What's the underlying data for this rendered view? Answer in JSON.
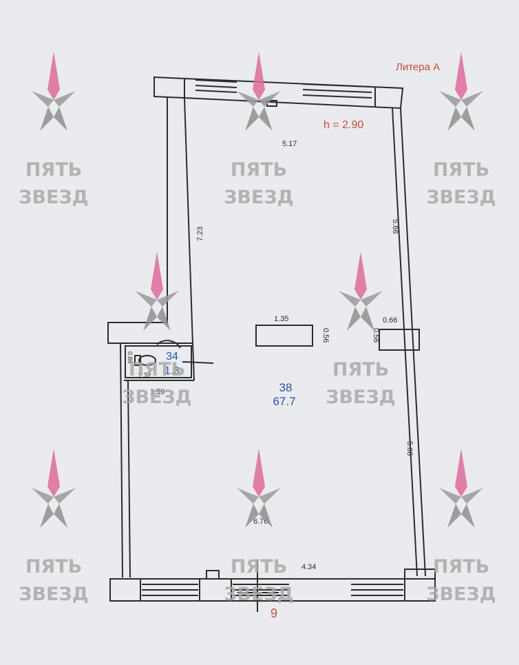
{
  "plan": {
    "litera": "Литера А",
    "height_label": "h = 2.90",
    "rooms": [
      {
        "number": "38",
        "area": "67.7"
      },
      {
        "number": "34",
        "area": "1.3"
      }
    ],
    "dimensions": {
      "top_width": "5.17",
      "left_wall": "7.23",
      "right_upper": "5.66",
      "right_lower": "5.66",
      "column_left_w": "1.35",
      "column_left_d": "0.56",
      "column_right_d": "0.56",
      "column_right_w": "0.66",
      "wc_height": "0.86",
      "wc_width": "1.32",
      "step_width": "1.59",
      "bottom_diag": "6.76",
      "bottom_width": "4.34"
    },
    "section_mark": "9"
  },
  "watermark": {
    "line1": "ПЯТЬ",
    "line2": "ЗВЕЗД"
  },
  "colors": {
    "line": "#2b2b2b",
    "room_label": "#2d4fb4",
    "accent_red": "#c84b3c",
    "star_pink": "#e06a9a",
    "star_gray": "#8d8d8d"
  }
}
